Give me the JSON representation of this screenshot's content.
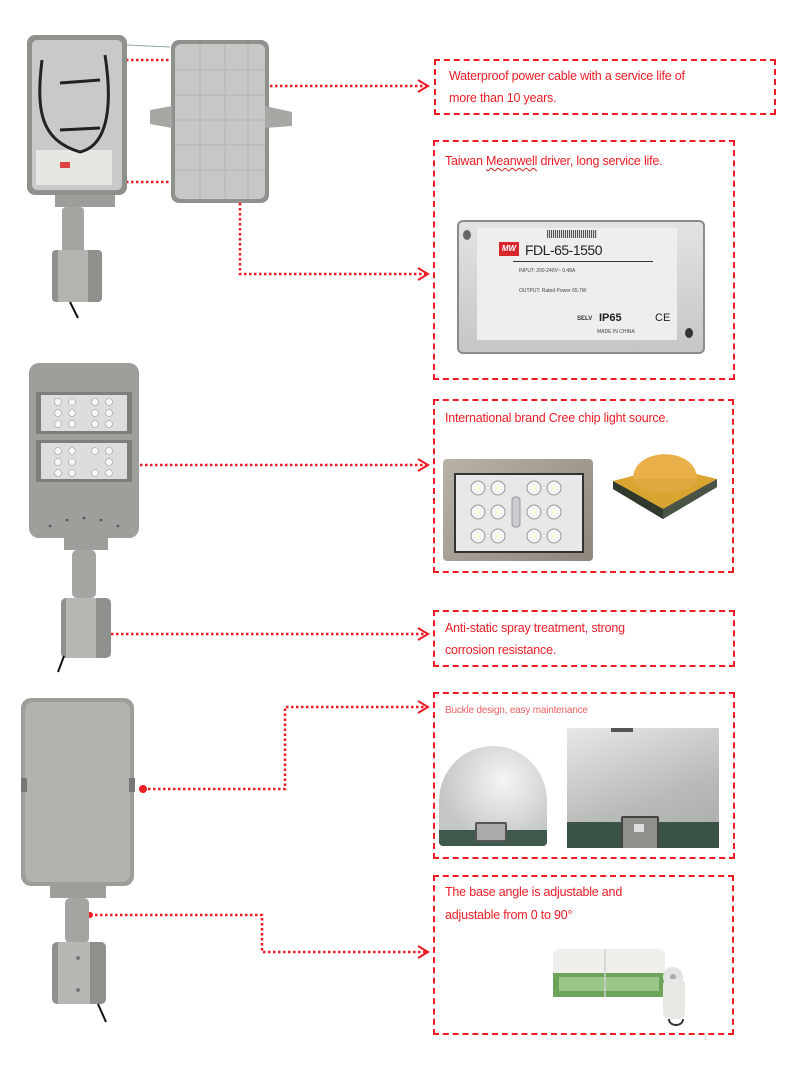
{
  "callouts": [
    {
      "id": "cable",
      "lines": [
        "Waterproof power cable with a service life of",
        "more than 10 years."
      ]
    },
    {
      "id": "driver",
      "text_before": "Taiwan ",
      "text_underlined": "Meanwell",
      "text_after": " driver, long service life."
    },
    {
      "id": "cree",
      "text": "International brand Cree chip light source."
    },
    {
      "id": "spray",
      "lines": [
        "Anti-static spray treatment, strong",
        "corrosion resistance."
      ]
    },
    {
      "id": "buckle",
      "text": "Buckle design, easy maintenance"
    },
    {
      "id": "angle",
      "lines": [
        "The base angle is adjustable and",
        "adjustable from 0 to 90°"
      ]
    }
  ],
  "driver_label": {
    "model": "FDL-65-1550",
    "brand": "MW",
    "rating": "IP65",
    "selv": "SELV",
    "ce": "CE",
    "made_in": "MADE IN CHINA",
    "input": "INPUT: 200-240V~ 0.48A",
    "output": "OUTPUT: Rated Power 65.7W"
  },
  "colors": {
    "accent": "#ee1c25",
    "housing": "#9ea09c",
    "chip": "#e8a735"
  },
  "page_mark": "1"
}
